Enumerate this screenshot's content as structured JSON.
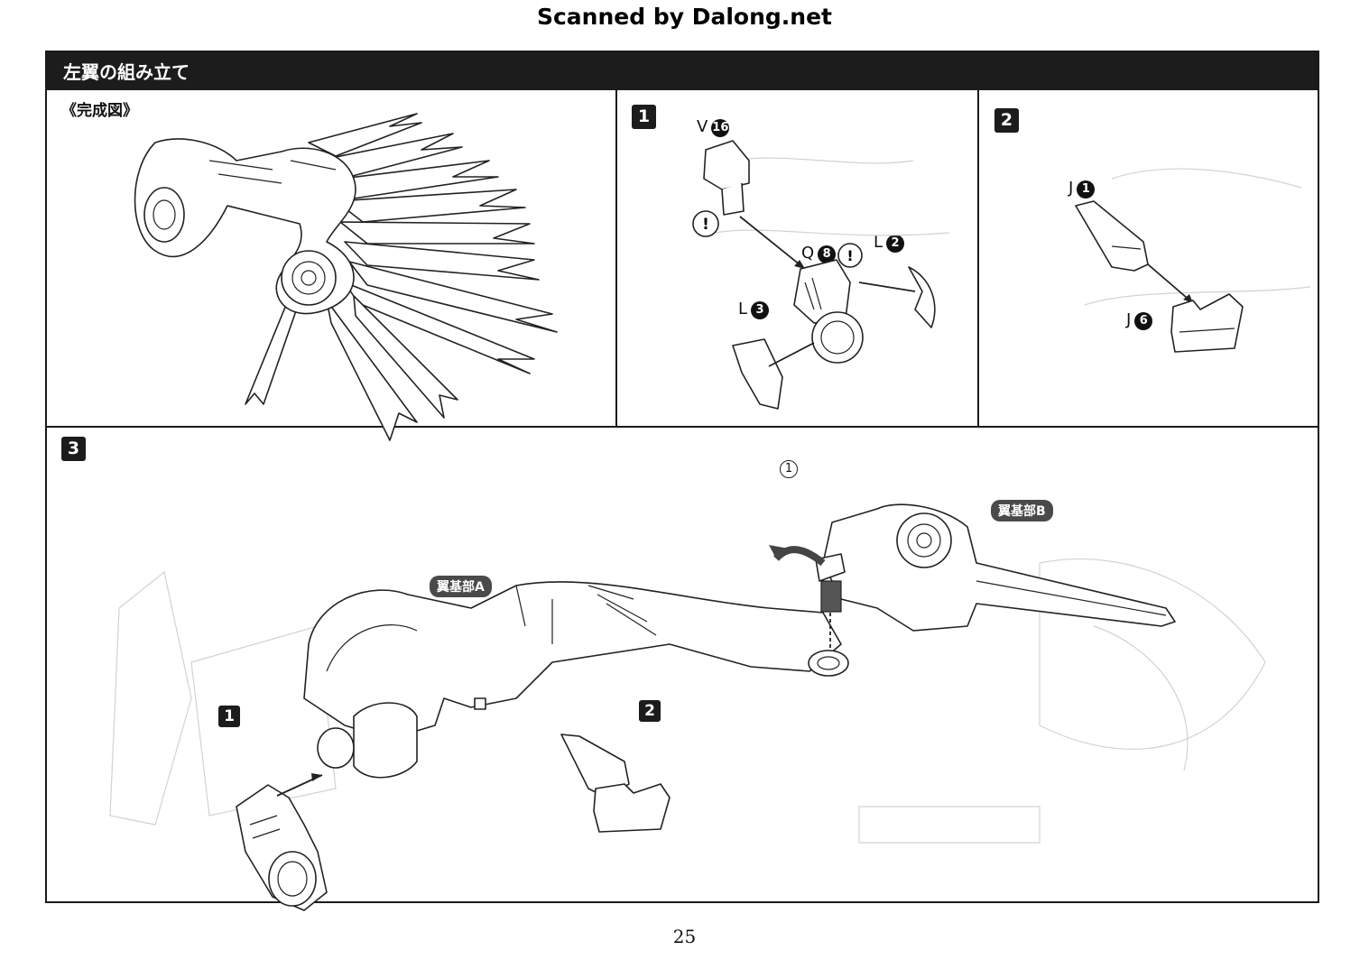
{
  "header": {
    "scan_credit": "Scanned by Dalong.net"
  },
  "section": {
    "title": "左翼の組み立て"
  },
  "completed": {
    "label": "《完成図》"
  },
  "step1": {
    "number": "1",
    "parts": [
      {
        "letter": "V",
        "num": "16"
      },
      {
        "letter": "Q",
        "num": "8"
      },
      {
        "letter": "L",
        "num": "2"
      },
      {
        "letter": "L",
        "num": "3"
      }
    ],
    "caution": "!"
  },
  "step2": {
    "number": "2",
    "parts": [
      {
        "letter": "J",
        "num": "1"
      },
      {
        "letter": "J",
        "num": "6"
      }
    ]
  },
  "step3": {
    "number": "3",
    "tag_a": "翼基部A",
    "tag_b": "翼基部B",
    "substep_1": "1",
    "substep_2": "2",
    "order_1": "1",
    "order_2": "2"
  },
  "footer": {
    "page_number": "25"
  }
}
